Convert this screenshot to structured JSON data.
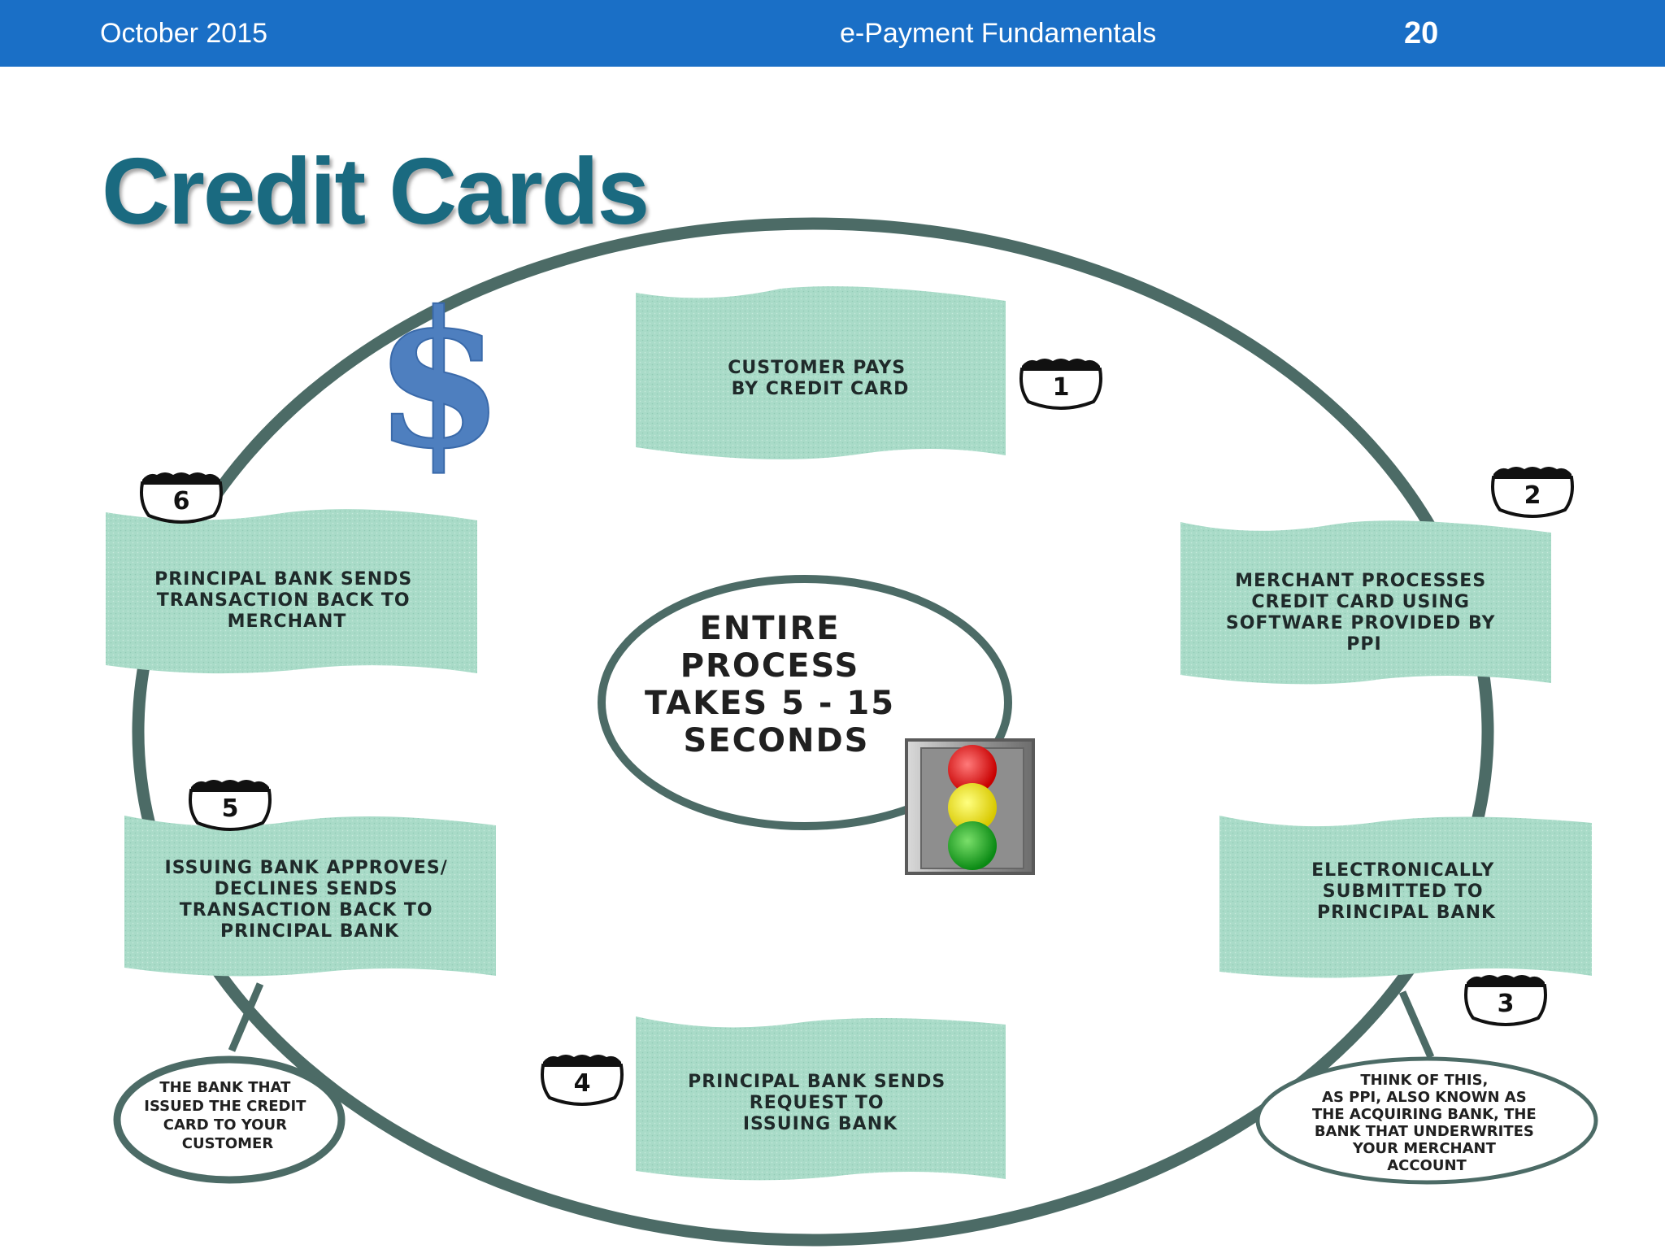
{
  "header": {
    "date": "October 2015",
    "title": "e-Payment Fundamentals",
    "page_number": "20",
    "color": "#1a6fc6"
  },
  "slide_title": "Credit Cards",
  "diagram": {
    "steps": [
      {
        "number": "1",
        "lines": [
          "CUSTOMER PAYS",
          "BY CREDIT CARD"
        ]
      },
      {
        "number": "2",
        "lines": [
          "MERCHANT PROCESSES",
          "CREDIT CARD USING",
          "SOFTWARE PROVIDED BY",
          "PPI"
        ]
      },
      {
        "number": "3",
        "lines": [
          "ELECTRONICALLY",
          "SUBMITTED TO",
          "PRINCIPAL BANK"
        ]
      },
      {
        "number": "4",
        "lines": [
          "PRINCIPAL BANK SENDS",
          "REQUEST TO",
          "ISSUING BANK"
        ]
      },
      {
        "number": "5",
        "lines": [
          "ISSUING BANK APPROVES/",
          "DECLINES SENDS",
          "TRANSACTION BACK TO",
          "PRINCIPAL BANK"
        ]
      },
      {
        "number": "6",
        "lines": [
          "PRINCIPAL BANK SENDS",
          "TRANSACTION BACK TO",
          "MERCHANT"
        ]
      }
    ],
    "center": {
      "lines": [
        "ENTIRE",
        "PROCESS",
        "TAKES 5 - 15",
        "SECONDS"
      ]
    },
    "notes": [
      {
        "id": "issuing",
        "lines": [
          "THE BANK THAT",
          "ISSUED THE CREDIT",
          "CARD TO YOUR",
          "CUSTOMER"
        ]
      },
      {
        "id": "acquiring",
        "lines": [
          "THINK OF THIS,",
          "AS PPI, ALSO KNOWN AS",
          "THE ACQUIRING BANK, THE",
          "BANK THAT UNDERWRITES",
          "YOUR MERCHANT",
          "ACCOUNT"
        ]
      }
    ],
    "icons": [
      "dollar-sign-icon",
      "traffic-light-icon",
      "route-shield-icon"
    ],
    "dollar_symbol": "$",
    "colors": {
      "ring": "#4c6b66",
      "box_fill": "#a9dbc8",
      "dollar": "#4e7fbf",
      "title": "#1a6a80"
    }
  }
}
